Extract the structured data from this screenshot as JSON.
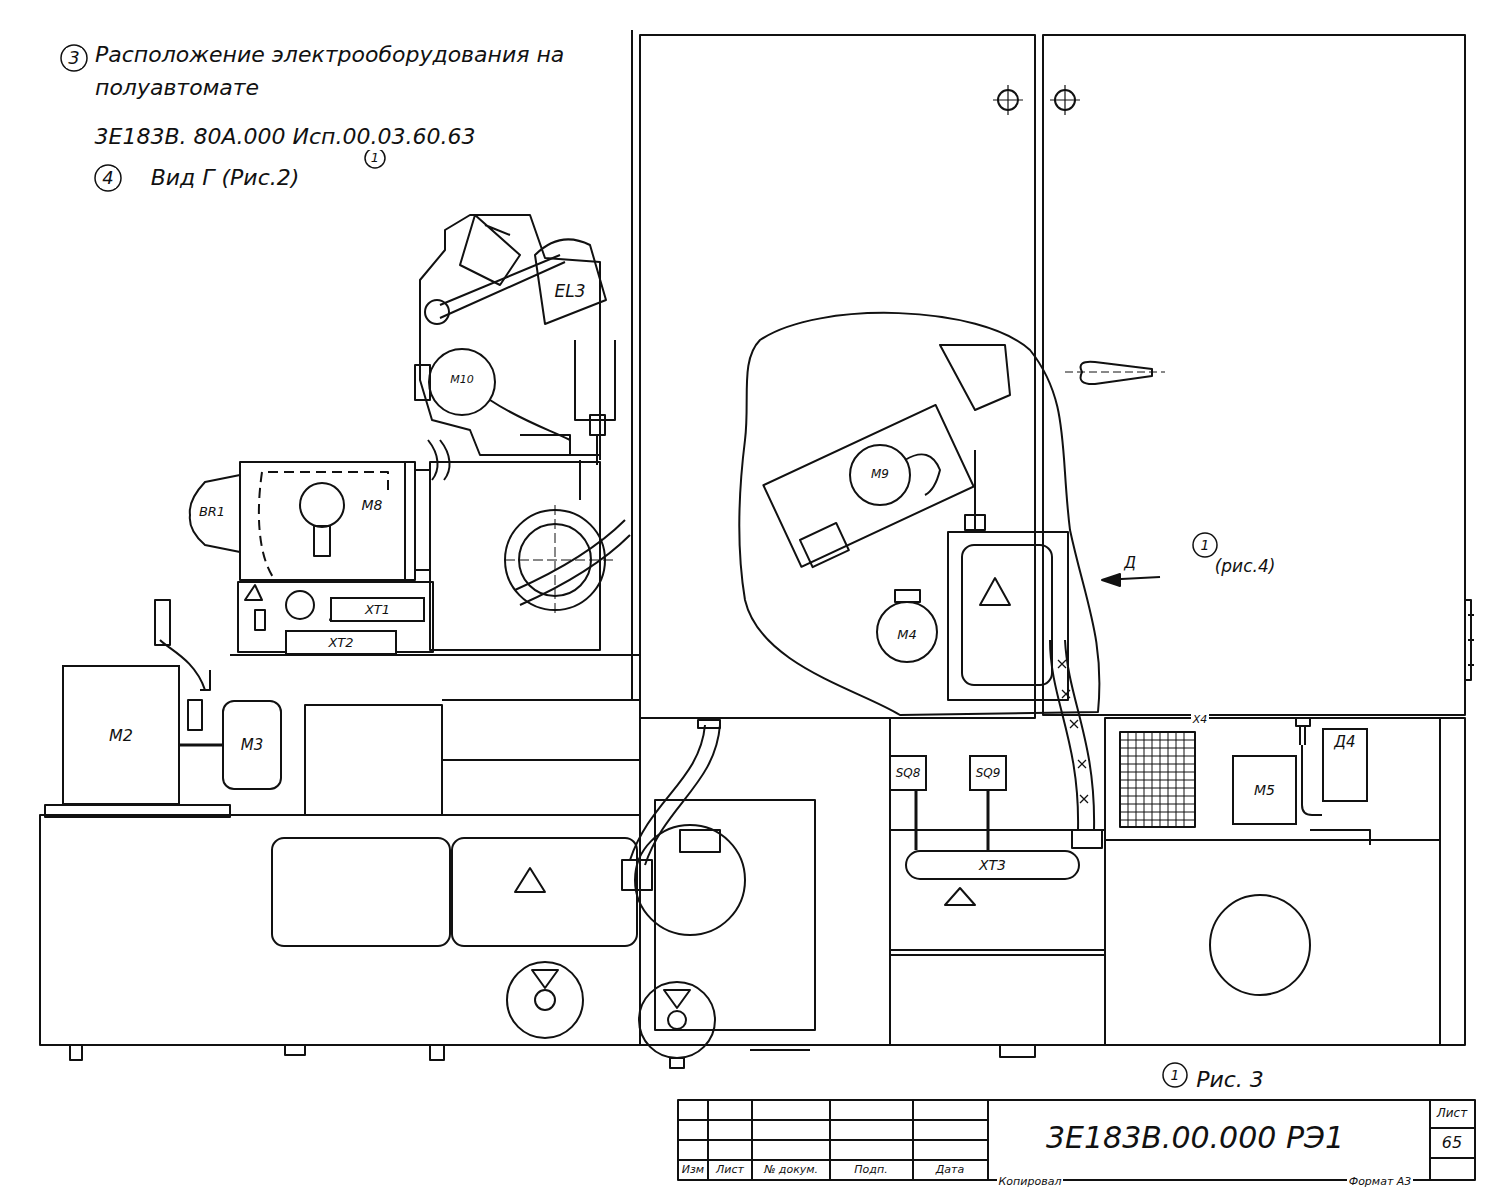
{
  "diagram": {
    "title": "Расположение электрооборудования на полуавтомате",
    "nodes": [
      {
        "text": [
          "M2"
        ]
      },
      {
        "text": [
          "M3"
        ]
      },
      {
        "text": [
          "XT1"
        ]
      },
      {
        "text": [
          "XT2"
        ]
      },
      {
        "text": [
          "SQ8"
        ]
      },
      {
        "text": [
          "SQ9"
        ]
      },
      {
        "text": [
          "XT3"
        ]
      },
      {
        "text": [
          "M5"
        ]
      },
      {
        "text": [
          "Д4"
        ]
      }
    ],
    "edges": [
      {
        "from": 0,
        "to": 1,
        "arrow": "none"
      },
      {
        "from": 4,
        "to": 6,
        "arrow": "none"
      },
      {
        "from": 5,
        "to": 6,
        "arrow": "none"
      }
    ],
    "labels": [
      "3",
      "3Е183В. 80А.000 Исп.00.03.60.63",
      "4",
      "Вид Г (Рис.2)",
      "1",
      "EL3",
      "M10",
      "BR1",
      "M8",
      "M9",
      "M4",
      "X4",
      "Д",
      "1",
      "(рис.4)",
      "1",
      "Рис. 3",
      "3Е183В.00.000 РЭ1",
      "Лист",
      "65",
      "Изм",
      "Лист",
      "№ докум.",
      "Подп.",
      "Дата",
      "Копировал",
      "Формат А3"
    ]
  }
}
